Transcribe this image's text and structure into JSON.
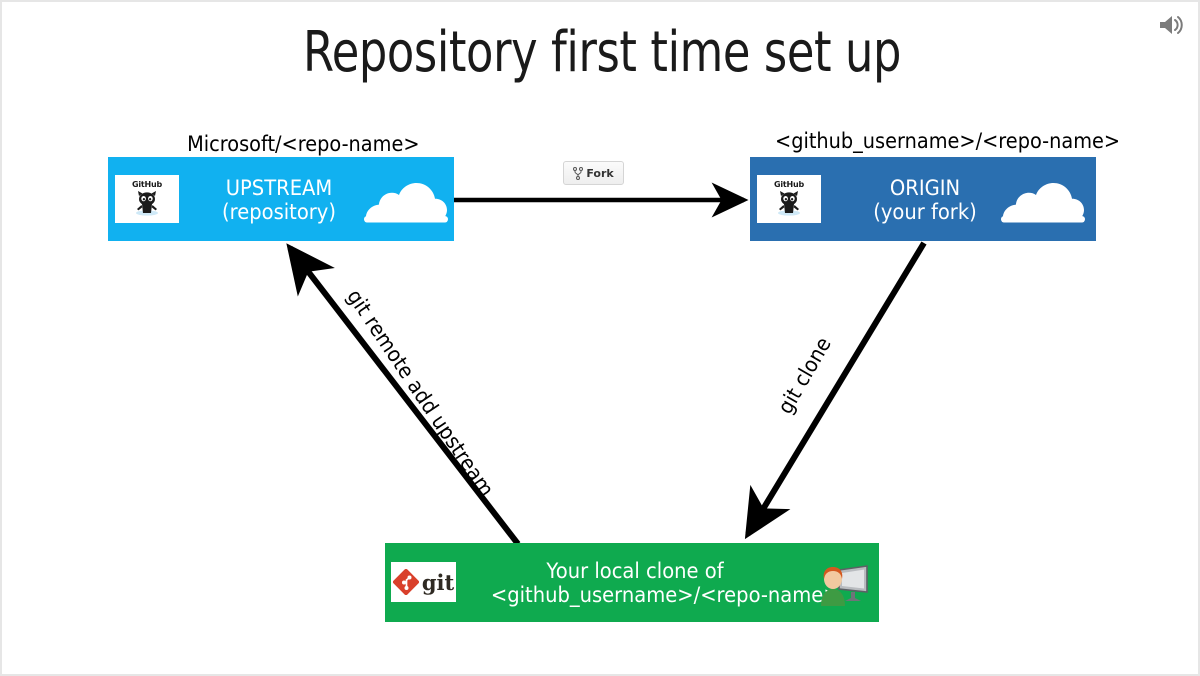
{
  "slide": {
    "title": "Repository first time set up",
    "background": "#ffffff",
    "border_color": "#e6e6e6"
  },
  "speaker": {
    "icon": "speaker-icon",
    "color": "#808080"
  },
  "nodes": [
    {
      "id": "upstream",
      "caption": "Microsoft/<repo-name>",
      "line1": "UPSTREAM",
      "line2": "(repository)",
      "color": "#11b1f0",
      "logo": "github-logo",
      "logo_word": "GitHub",
      "decoration": "cloud-icon"
    },
    {
      "id": "origin",
      "caption": "<github_username>/<repo-name>",
      "line1": "ORIGIN",
      "line2": "(your fork)",
      "color": "#2a6fb0",
      "logo": "github-logo",
      "logo_word": "GitHub",
      "decoration": "cloud-icon"
    },
    {
      "id": "local",
      "caption": "",
      "line1": "Your local clone of",
      "line2": "<github_username>/<repo-name>",
      "color": "#0faa4f",
      "logo": "git-logo",
      "logo_word": "git",
      "decoration": "person-computer-icon"
    }
  ],
  "fork_button": {
    "label": "Fork",
    "icon": "fork-icon"
  },
  "edges": [
    {
      "id": "fork",
      "label": "",
      "from": "upstream",
      "to": "origin"
    },
    {
      "id": "clone",
      "label": "git clone",
      "from": "origin",
      "to": "local"
    },
    {
      "id": "remote-add",
      "label": "git remote add upstream",
      "from": "local",
      "to": "upstream"
    }
  ],
  "colors": {
    "upstream": "#11b1f0",
    "origin": "#2a6fb0",
    "local": "#0faa4f",
    "arrow": "#000000",
    "git_red": "#d9402b"
  }
}
